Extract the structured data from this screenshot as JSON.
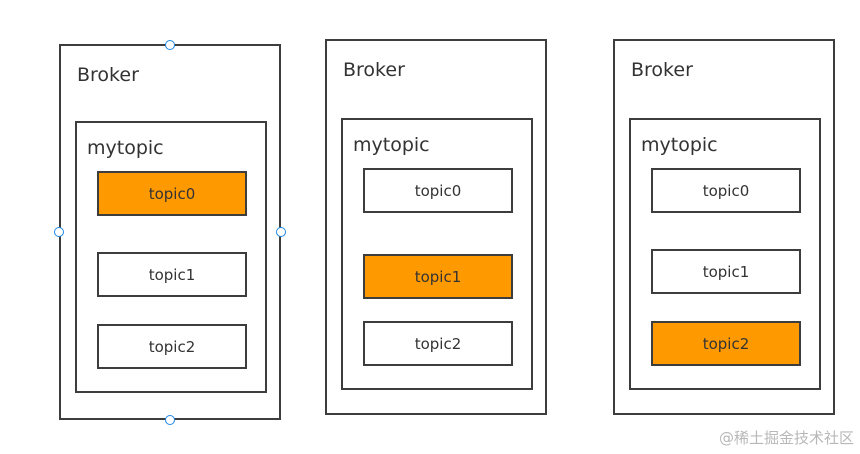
{
  "brokers": [
    {
      "label": "Broker",
      "topic": "mytopic",
      "partitions": [
        {
          "label": "topic0",
          "active": true
        },
        {
          "label": "topic1",
          "active": false
        },
        {
          "label": "topic2",
          "active": false
        }
      ]
    },
    {
      "label": "Broker",
      "topic": "mytopic",
      "partitions": [
        {
          "label": "topic0",
          "active": false
        },
        {
          "label": "topic1",
          "active": true
        },
        {
          "label": "topic2",
          "active": false
        }
      ]
    },
    {
      "label": "Broker",
      "topic": "mytopic",
      "partitions": [
        {
          "label": "topic0",
          "active": false
        },
        {
          "label": "topic1",
          "active": false
        },
        {
          "label": "topic2",
          "active": true
        }
      ]
    }
  ],
  "watermark": "@稀土掘金技术社区",
  "colors": {
    "active_partition": "#ff9900",
    "border": "#3d3d3d",
    "selection_handle": "#1e88e5"
  }
}
